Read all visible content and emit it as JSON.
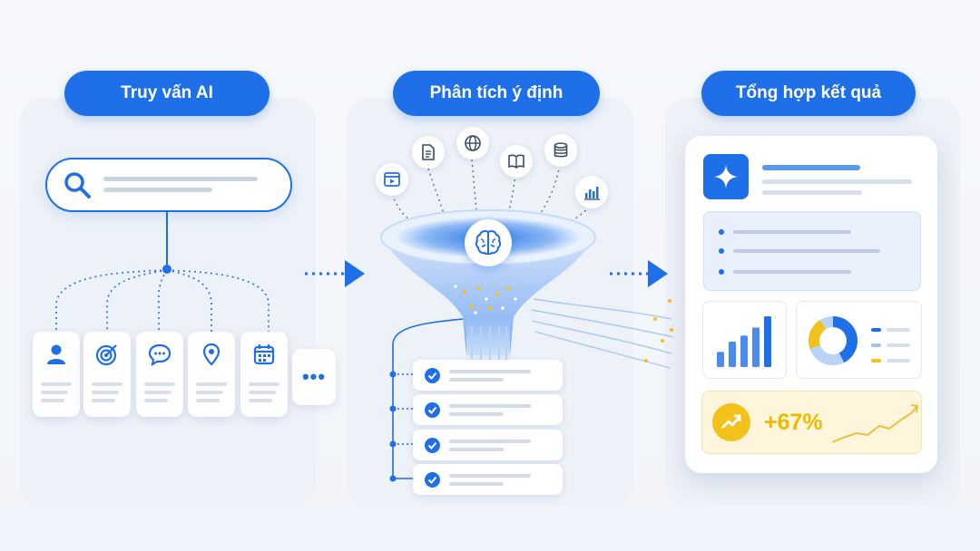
{
  "steps": {
    "step1_title": "Truy vấn AI",
    "step2_title": "Phân tích ý định",
    "step3_title": "Tổng hợp kết quả"
  },
  "query_more_label": "•••",
  "query_card_icons": [
    "user-icon",
    "target-icon",
    "chat-icon",
    "location-pin-icon",
    "calendar-icon"
  ],
  "source_icons": [
    "video-icon",
    "document-icon",
    "globe-icon",
    "book-icon",
    "database-icon",
    "bar-chart-icon"
  ],
  "funnel_icon": "brain-icon",
  "result": {
    "header_icon": "sparkle-icon",
    "trend_value": "+67%",
    "trend_icon": "trend-up-icon",
    "bar_chart_levels": [
      0.3,
      0.5,
      0.62,
      0.78,
      1.0
    ],
    "donut_icon": "donut-chart-icon"
  },
  "colors": {
    "accent": "#1f6fe8",
    "light_accent": "#9fc2f5",
    "highlight": "#f2c21a",
    "panel": "#edf1f8"
  }
}
